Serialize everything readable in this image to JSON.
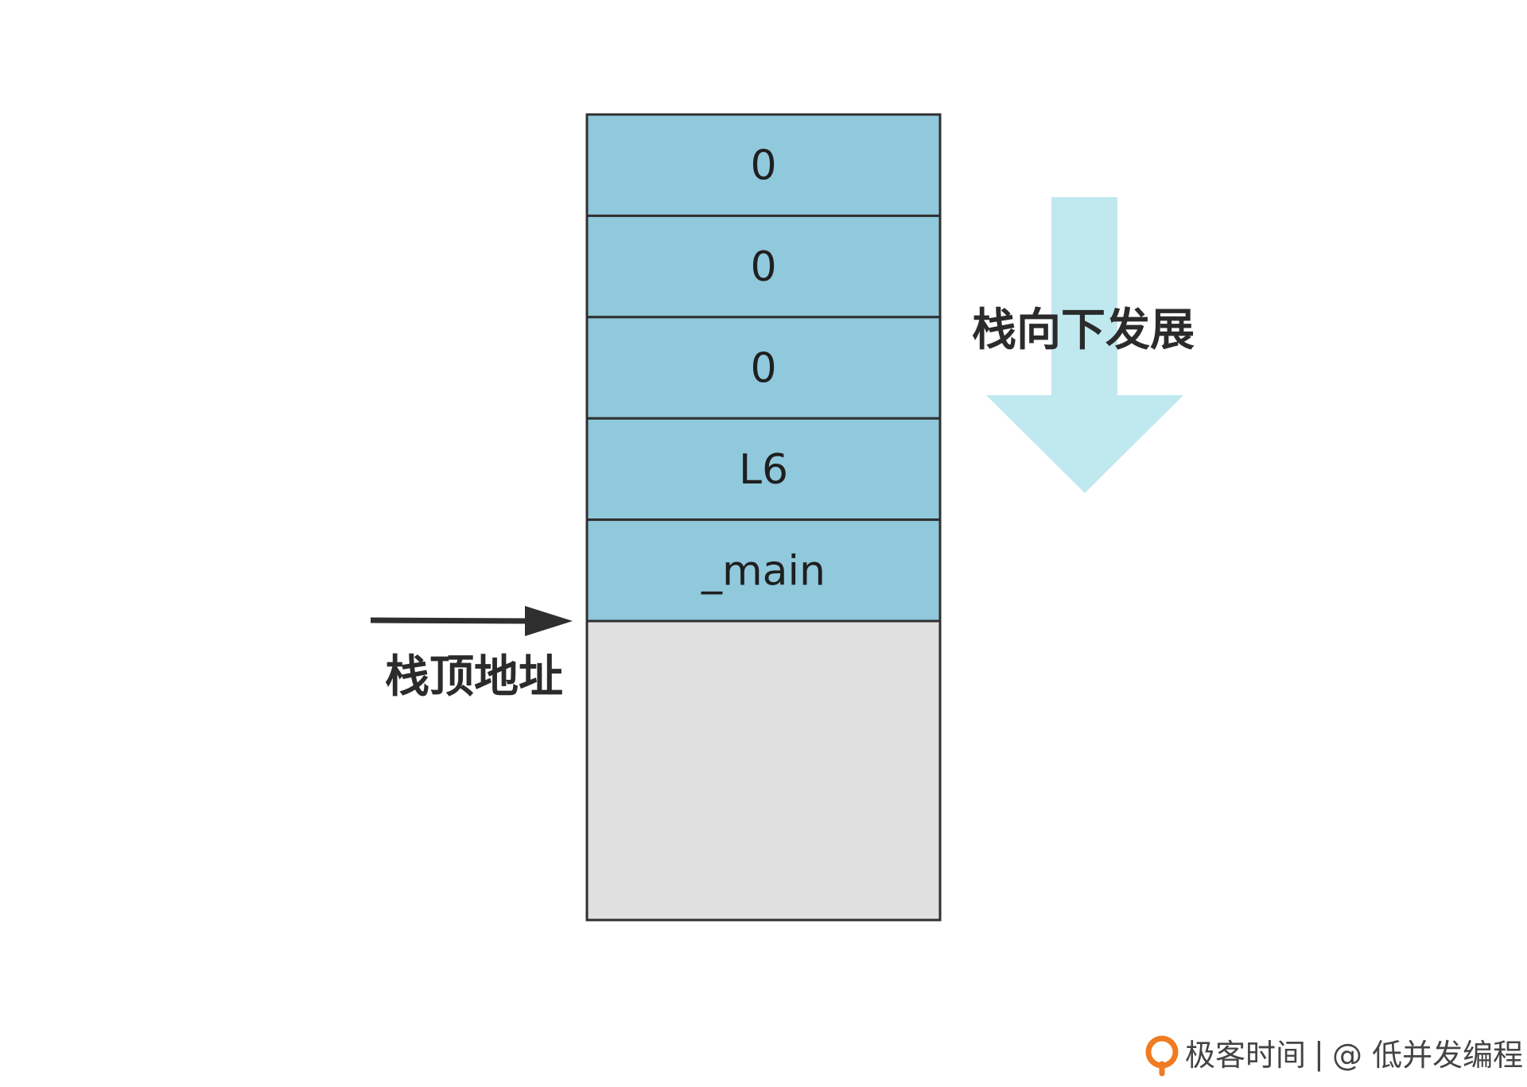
{
  "stack": {
    "slots": [
      "0",
      "0",
      "0",
      "L6",
      "_main"
    ]
  },
  "labels": {
    "growth_direction": "栈向下发展",
    "stack_top_address": "栈顶地址"
  },
  "watermark": {
    "brand": "极客时间",
    "separator": "|",
    "author": "@ 低并发编程"
  },
  "colors": {
    "slot_fill": "#90c8dc",
    "free_fill": "#e0e0e0",
    "border": "#2f2f2f",
    "growth_arrow": "#bfe8ef",
    "pointer_arrow": "#2f2f2f",
    "logo": "#f07b22"
  },
  "icons": {
    "logo": "geekbang-logo-icon"
  }
}
